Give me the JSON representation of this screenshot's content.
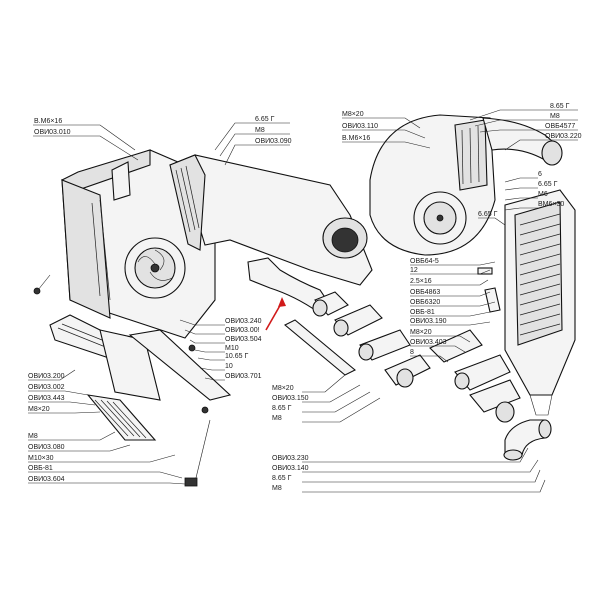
{
  "labels": {
    "tl1": "В.М6×16",
    "tl2": "ОВИ03.010",
    "tc1": "6.65 Г",
    "tc2": "М8",
    "tc3": "ОВИ03.090",
    "tm1": "М8×20",
    "tm2": "ОВИ03.110",
    "tm3": "В.М6×16",
    "tr1": "8.65 Г",
    "tr2": "М8",
    "tr3": "ОВБ4577",
    "tr4": "ОВИ03.220",
    "rm1": "6",
    "rm2": "6.65 Г",
    "rm3": "М6",
    "rm4": "ВМ6×30",
    "rm5": "6.65 Г",
    "rs1": "ОВБ64-5",
    "rs2": "12",
    "rs3": "2.5×16",
    "rs4": "ОВБ4863",
    "rs5": "ОВБ6320",
    "rs6": "ОВБ-81",
    "rs7": "ОВИ03.190",
    "rs8": "М8×20",
    "rs9": "ОВИ03.403",
    "rs10": "8",
    "cm1": "ОВИ03.240",
    "cm2": "ОВИ03.00!",
    "cm3": "ОВИ03.504",
    "cm4": "М10",
    "cm5": "10.65 Г",
    "cm6": "10",
    "cm7": "ОВИ03.701",
    "bl1": "ОВИ03.200",
    "bl2": "ОВИ03.002",
    "bl3": "ОВИ03.443",
    "bl4": "М8×20",
    "bl5": "М8",
    "bl6": "ОВИ03.080",
    "bl7": "М10×30",
    "bl8": "ОВБ-81",
    "bl9": "ОВИ03.604",
    "bm1": "М8×20",
    "bm2": "ОВИ03.150",
    "bm3": "8.65 Г",
    "bm4": "М8",
    "br1": "ОВИ03.230",
    "br2": "ОВИ03.140",
    "br3": "8.65 Г",
    "br4": "М8"
  },
  "colors": {
    "arrow": "#d11a1a",
    "ink": "#111111"
  }
}
